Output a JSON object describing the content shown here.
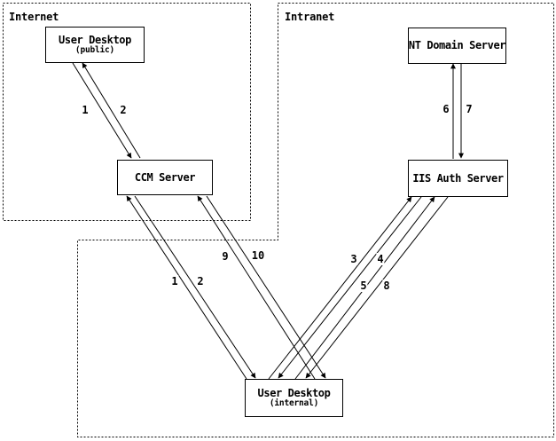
{
  "regions": {
    "internet": {
      "label": "Internet"
    },
    "intranet": {
      "label": "Intranet"
    }
  },
  "nodes": {
    "user_desktop_public": {
      "title": "User Desktop",
      "subtitle": "(public)"
    },
    "ccm_server": {
      "title": "CCM Server"
    },
    "nt_domain_server": {
      "title": "NT Domain Server"
    },
    "iis_auth_server": {
      "title": "IIS Auth Server"
    },
    "user_desktop_internal": {
      "title": "User Desktop",
      "subtitle": "(internal)"
    }
  },
  "flows": {
    "public_request_1": {
      "label": "1",
      "from": "user_desktop_public",
      "to": "ccm_server"
    },
    "public_response_2": {
      "label": "2",
      "from": "ccm_server",
      "to": "user_desktop_public"
    },
    "internal_ccm_request_1": {
      "label": "1",
      "from": "user_desktop_internal",
      "to": "ccm_server"
    },
    "internal_ccm_response_2": {
      "label": "2",
      "from": "ccm_server",
      "to": "user_desktop_internal"
    },
    "internal_iis_request_3": {
      "label": "3",
      "from": "user_desktop_internal",
      "to": "iis_auth_server"
    },
    "internal_iis_response_4": {
      "label": "4",
      "from": "iis_auth_server",
      "to": "user_desktop_internal"
    },
    "internal_iis_request_5": {
      "label": "5",
      "from": "user_desktop_internal",
      "to": "iis_auth_server"
    },
    "iis_nt_request_6": {
      "label": "6",
      "from": "iis_auth_server",
      "to": "nt_domain_server"
    },
    "iis_nt_response_7": {
      "label": "7",
      "from": "nt_domain_server",
      "to": "iis_auth_server"
    },
    "internal_iis_response_8": {
      "label": "8",
      "from": "iis_auth_server",
      "to": "user_desktop_internal"
    },
    "internal_ccm_request_9": {
      "label": "9",
      "from": "user_desktop_internal",
      "to": "ccm_server"
    },
    "internal_ccm_response_10": {
      "label": "10",
      "from": "ccm_server",
      "to": "user_desktop_internal"
    }
  },
  "colors": {
    "line": "#000000",
    "background": "#ffffff"
  }
}
